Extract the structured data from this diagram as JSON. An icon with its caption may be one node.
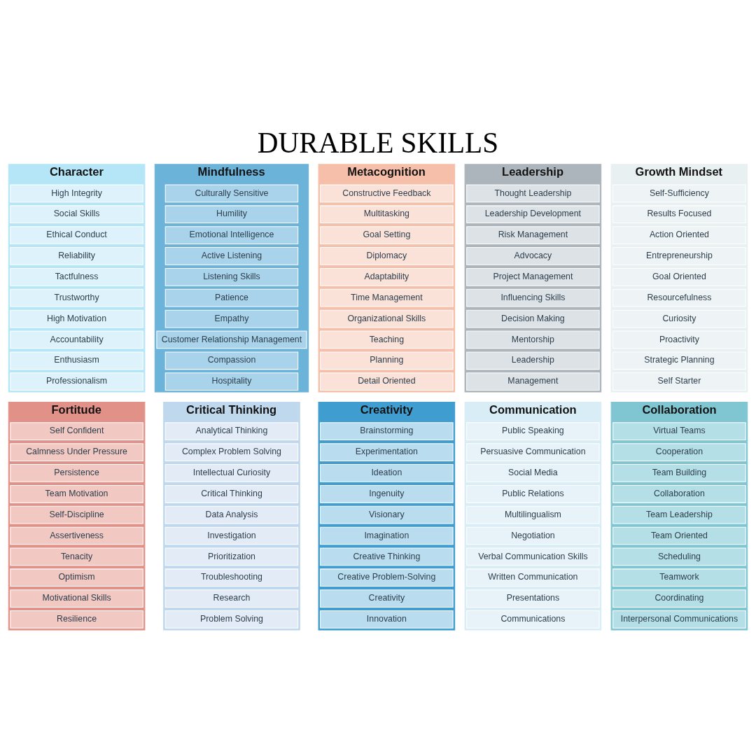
{
  "diagram": {
    "title": "DURABLE SKILLS",
    "nodes": [
      {
        "text": [
          "Character"
        ]
      },
      {
        "text": [
          "High Integrity"
        ],
        "in": 0
      },
      {
        "text": [
          "Social Skills"
        ],
        "in": 0
      },
      {
        "text": [
          "Ethical Conduct"
        ],
        "in": 0
      },
      {
        "text": [
          "Reliability"
        ],
        "in": 0
      },
      {
        "text": [
          "Tactfulness"
        ],
        "in": 0
      },
      {
        "text": [
          "Trustworthy"
        ],
        "in": 0
      },
      {
        "text": [
          "High Motivation"
        ],
        "in": 0
      },
      {
        "text": [
          "Accountability"
        ],
        "in": 0
      },
      {
        "text": [
          "Enthusiasm"
        ],
        "in": 0
      },
      {
        "text": [
          "Professionalism"
        ],
        "in": 0
      },
      {
        "text": [
          "Mindfulness"
        ]
      },
      {
        "text": [
          "Culturally Sensitive"
        ],
        "in": 11
      },
      {
        "text": [
          "Humility"
        ],
        "in": 11
      },
      {
        "text": [
          "Emotional Intelligence"
        ],
        "in": 11
      },
      {
        "text": [
          "Active Listening"
        ],
        "in": 11
      },
      {
        "text": [
          "Listening Skills"
        ],
        "in": 11
      },
      {
        "text": [
          "Patience"
        ],
        "in": 11
      },
      {
        "text": [
          "Empathy"
        ],
        "in": 11
      },
      {
        "text": [
          "Customer Relationship Management"
        ],
        "in": 11
      },
      {
        "text": [
          "Compassion"
        ],
        "in": 11
      },
      {
        "text": [
          "Hospitality"
        ],
        "in": 11
      },
      {
        "text": [
          "Metacognition"
        ]
      },
      {
        "text": [
          "Constructive Feedback"
        ],
        "in": 22
      },
      {
        "text": [
          "Multitasking"
        ],
        "in": 22
      },
      {
        "text": [
          "Goal Setting"
        ],
        "in": 22
      },
      {
        "text": [
          "Diplomacy"
        ],
        "in": 22
      },
      {
        "text": [
          "Adaptability"
        ],
        "in": 22
      },
      {
        "text": [
          "Time Management"
        ],
        "in": 22
      },
      {
        "text": [
          "Organizational Skills"
        ],
        "in": 22
      },
      {
        "text": [
          "Teaching"
        ],
        "in": 22
      },
      {
        "text": [
          "Planning"
        ],
        "in": 22
      },
      {
        "text": [
          "Detail Oriented"
        ],
        "in": 22
      },
      {
        "text": [
          "Leadership"
        ]
      },
      {
        "text": [
          "Thought Leadership"
        ],
        "in": 33
      },
      {
        "text": [
          "Leadership Development"
        ],
        "in": 33
      },
      {
        "text": [
          "Risk Management"
        ],
        "in": 33
      },
      {
        "text": [
          "Advocacy"
        ],
        "in": 33
      },
      {
        "text": [
          "Project Management"
        ],
        "in": 33
      },
      {
        "text": [
          "Influencing Skills"
        ],
        "in": 33
      },
      {
        "text": [
          "Decision Making"
        ],
        "in": 33
      },
      {
        "text": [
          "Mentorship"
        ],
        "in": 33
      },
      {
        "text": [
          "Leadership"
        ],
        "in": 33
      },
      {
        "text": [
          "Management"
        ],
        "in": 33
      },
      {
        "text": [
          "Growth Mindset"
        ]
      },
      {
        "text": [
          "Self-Sufficiency"
        ],
        "in": 44
      },
      {
        "text": [
          "Results Focused"
        ],
        "in": 44
      },
      {
        "text": [
          "Action Oriented"
        ],
        "in": 44
      },
      {
        "text": [
          "Entrepreneurship"
        ],
        "in": 44
      },
      {
        "text": [
          "Goal Oriented"
        ],
        "in": 44
      },
      {
        "text": [
          "Resourcefulness"
        ],
        "in": 44
      },
      {
        "text": [
          "Curiosity"
        ],
        "in": 44
      },
      {
        "text": [
          "Proactivity"
        ],
        "in": 44
      },
      {
        "text": [
          "Strategic Planning"
        ],
        "in": 44
      },
      {
        "text": [
          "Self Starter"
        ],
        "in": 44
      },
      {
        "text": [
          "Fortitude"
        ]
      },
      {
        "text": [
          "Self Confident"
        ],
        "in": 55
      },
      {
        "text": [
          "Calmness Under Pressure"
        ],
        "in": 55
      },
      {
        "text": [
          "Persistence"
        ],
        "in": 55
      },
      {
        "text": [
          "Team Motivation"
        ],
        "in": 55
      },
      {
        "text": [
          "Self-Discipline"
        ],
        "in": 55
      },
      {
        "text": [
          "Assertiveness"
        ],
        "in": 55
      },
      {
        "text": [
          "Tenacity"
        ],
        "in": 55
      },
      {
        "text": [
          "Optimism"
        ],
        "in": 55
      },
      {
        "text": [
          "Motivational Skills"
        ],
        "in": 55
      },
      {
        "text": [
          "Resilience"
        ],
        "in": 55
      },
      {
        "text": [
          "Critical Thinking"
        ]
      },
      {
        "text": [
          "Analytical Thinking"
        ],
        "in": 66
      },
      {
        "text": [
          "Complex Problem Solving"
        ],
        "in": 66
      },
      {
        "text": [
          "Intellectual Curiosity"
        ],
        "in": 66
      },
      {
        "text": [
          "Critical Thinking"
        ],
        "in": 66
      },
      {
        "text": [
          "Data Analysis"
        ],
        "in": 66
      },
      {
        "text": [
          "Investigation"
        ],
        "in": 66
      },
      {
        "text": [
          "Prioritization"
        ],
        "in": 66
      },
      {
        "text": [
          "Troubleshooting"
        ],
        "in": 66
      },
      {
        "text": [
          "Research"
        ],
        "in": 66
      },
      {
        "text": [
          "Problem Solving"
        ],
        "in": 66
      },
      {
        "text": [
          "Creativity"
        ]
      },
      {
        "text": [
          "Brainstorming"
        ],
        "in": 77
      },
      {
        "text": [
          "Experimentation"
        ],
        "in": 77
      },
      {
        "text": [
          "Ideation"
        ],
        "in": 77
      },
      {
        "text": [
          "Ingenuity"
        ],
        "in": 77
      },
      {
        "text": [
          "Visionary"
        ],
        "in": 77
      },
      {
        "text": [
          "Imagination"
        ],
        "in": 77
      },
      {
        "text": [
          "Creative Thinking"
        ],
        "in": 77
      },
      {
        "text": [
          "Creative Problem-Solving"
        ],
        "in": 77
      },
      {
        "text": [
          "Creativity"
        ],
        "in": 77
      },
      {
        "text": [
          "Innovation"
        ],
        "in": 77
      },
      {
        "text": [
          "Communication"
        ]
      },
      {
        "text": [
          "Public Speaking"
        ],
        "in": 88
      },
      {
        "text": [
          "Persuasive Communication"
        ],
        "in": 88
      },
      {
        "text": [
          "Social Media"
        ],
        "in": 88
      },
      {
        "text": [
          "Public Relations"
        ],
        "in": 88
      },
      {
        "text": [
          "Multilingualism"
        ],
        "in": 88
      },
      {
        "text": [
          "Negotiation"
        ],
        "in": 88
      },
      {
        "text": [
          "Verbal Communication Skills"
        ],
        "in": 88
      },
      {
        "text": [
          "Written Communication"
        ],
        "in": 88
      },
      {
        "text": [
          "Presentations"
        ],
        "in": 88
      },
      {
        "text": [
          "Communications"
        ],
        "in": 88
      },
      {
        "text": [
          "Collaboration"
        ]
      },
      {
        "text": [
          "Virtual Teams"
        ],
        "in": 99
      },
      {
        "text": [
          "Cooperation"
        ],
        "in": 99
      },
      {
        "text": [
          "Team Building"
        ],
        "in": 99
      },
      {
        "text": [
          "Collaboration"
        ],
        "in": 99
      },
      {
        "text": [
          "Team Leadership"
        ],
        "in": 99
      },
      {
        "text": [
          "Team Oriented"
        ],
        "in": 99
      },
      {
        "text": [
          "Scheduling"
        ],
        "in": 99
      },
      {
        "text": [
          "Teamwork"
        ],
        "in": 99
      },
      {
        "text": [
          "Coordinating"
        ],
        "in": 99
      },
      {
        "text": [
          "Interpersonal Communications"
        ],
        "in": 99
      }
    ]
  }
}
